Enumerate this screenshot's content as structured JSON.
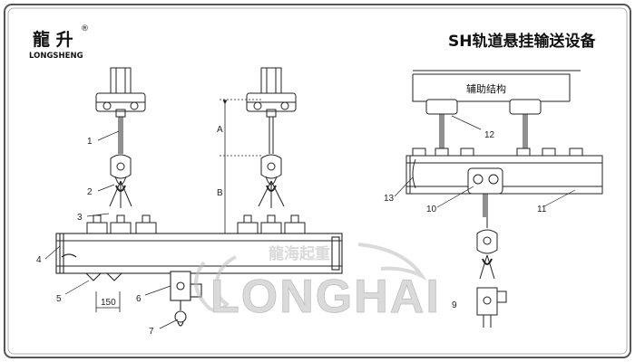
{
  "brand": {
    "name_cn": "龍 升",
    "registered": "®",
    "name_en": "LONGSHENG"
  },
  "title": "SH轨道悬挂输送设备",
  "labels": {
    "aux_structure": "辅助结构",
    "dim_a": "A",
    "dim_b": "B",
    "dim_150": "150"
  },
  "callouts": [
    "1",
    "2",
    "3",
    "4",
    "5",
    "6",
    "7",
    "9",
    "10",
    "11",
    "12",
    "13"
  ],
  "watermark": {
    "text": "LONGHAI",
    "cn": "龍海起重"
  },
  "colors": {
    "line": "#222222",
    "frame_border": "#555555",
    "watermark": "#bcbcbc"
  }
}
